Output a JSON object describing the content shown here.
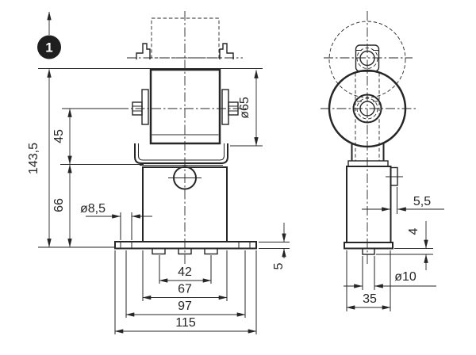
{
  "drawing": {
    "description": "Technical dimension drawing of a guide roller bracket, front view and side view",
    "badge": {
      "label": "1"
    },
    "colors": {
      "line": "#262626",
      "background": "#ffffff",
      "badge_bg": "#1f1f1f",
      "badge_text": "#ffffff"
    },
    "dims": {
      "total_height": "143,5",
      "axle_to_body": "45",
      "body_height": "66",
      "slot_diameter": "ø8,5",
      "roller_diameter": "ø65",
      "tab_spacing": "42",
      "body_width": "67",
      "slot_spacing": "97",
      "base_width": "115",
      "plate_thickness": "5",
      "plate_offset": "5,5",
      "spigot_height": "4",
      "spigot_diameter": "ø10",
      "side_body_width": "35"
    }
  }
}
